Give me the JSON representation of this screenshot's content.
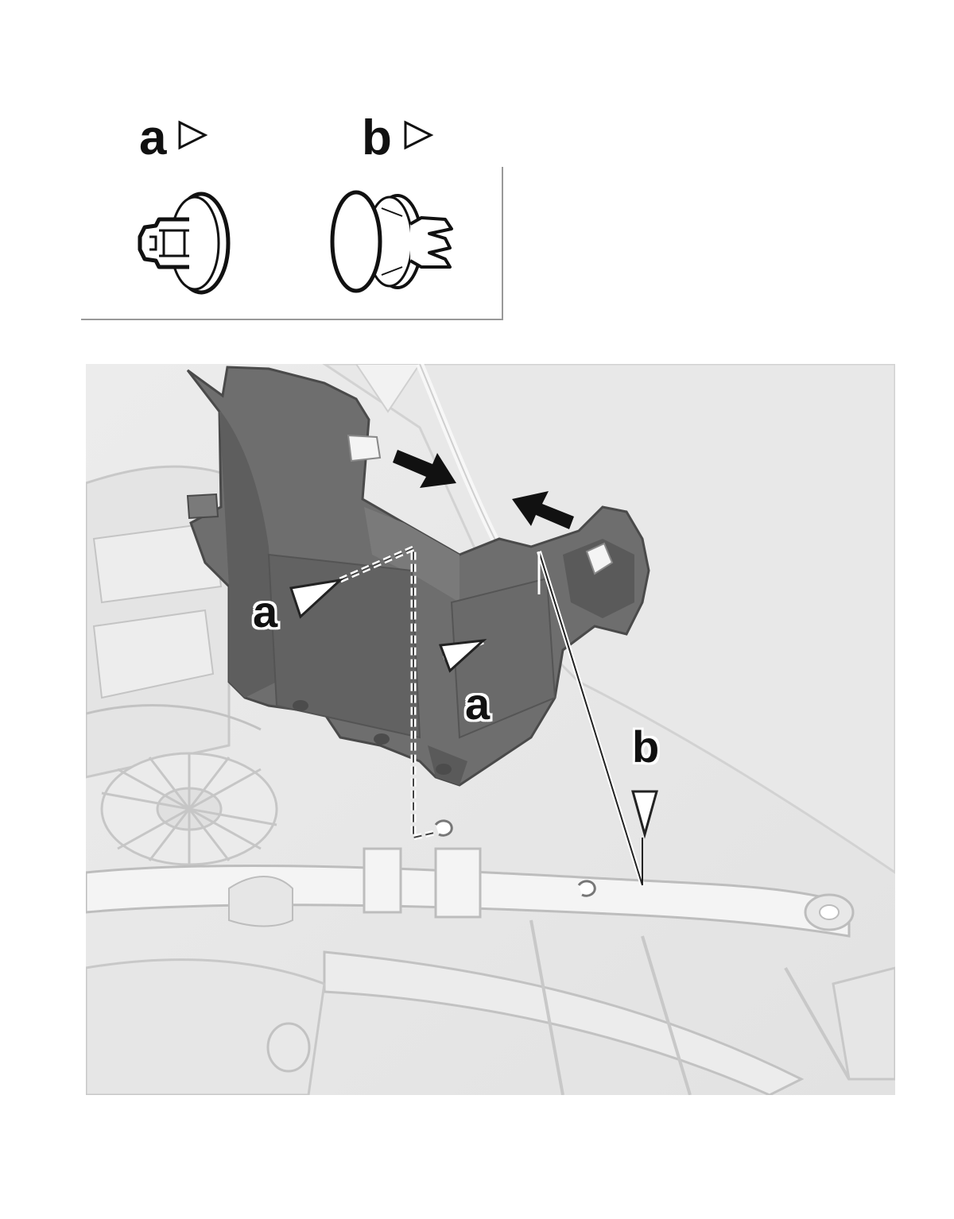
{
  "legend": {
    "clip_a_label": "a",
    "clip_b_label": "b"
  },
  "callouts": {
    "clip_a_1": "a",
    "clip_a_2": "a",
    "clip_b_1": "b"
  },
  "colors": {
    "bracket": "#6e6e6e",
    "bracket_shadow": "#5a5a5a",
    "background_parts": "#e4e4e4",
    "lines": "#b8b8b8",
    "arrow": "#111111"
  },
  "icons": [
    "triangle-marker-icon",
    "clip-a-icon",
    "clip-b-icon",
    "arrow-icon"
  ]
}
